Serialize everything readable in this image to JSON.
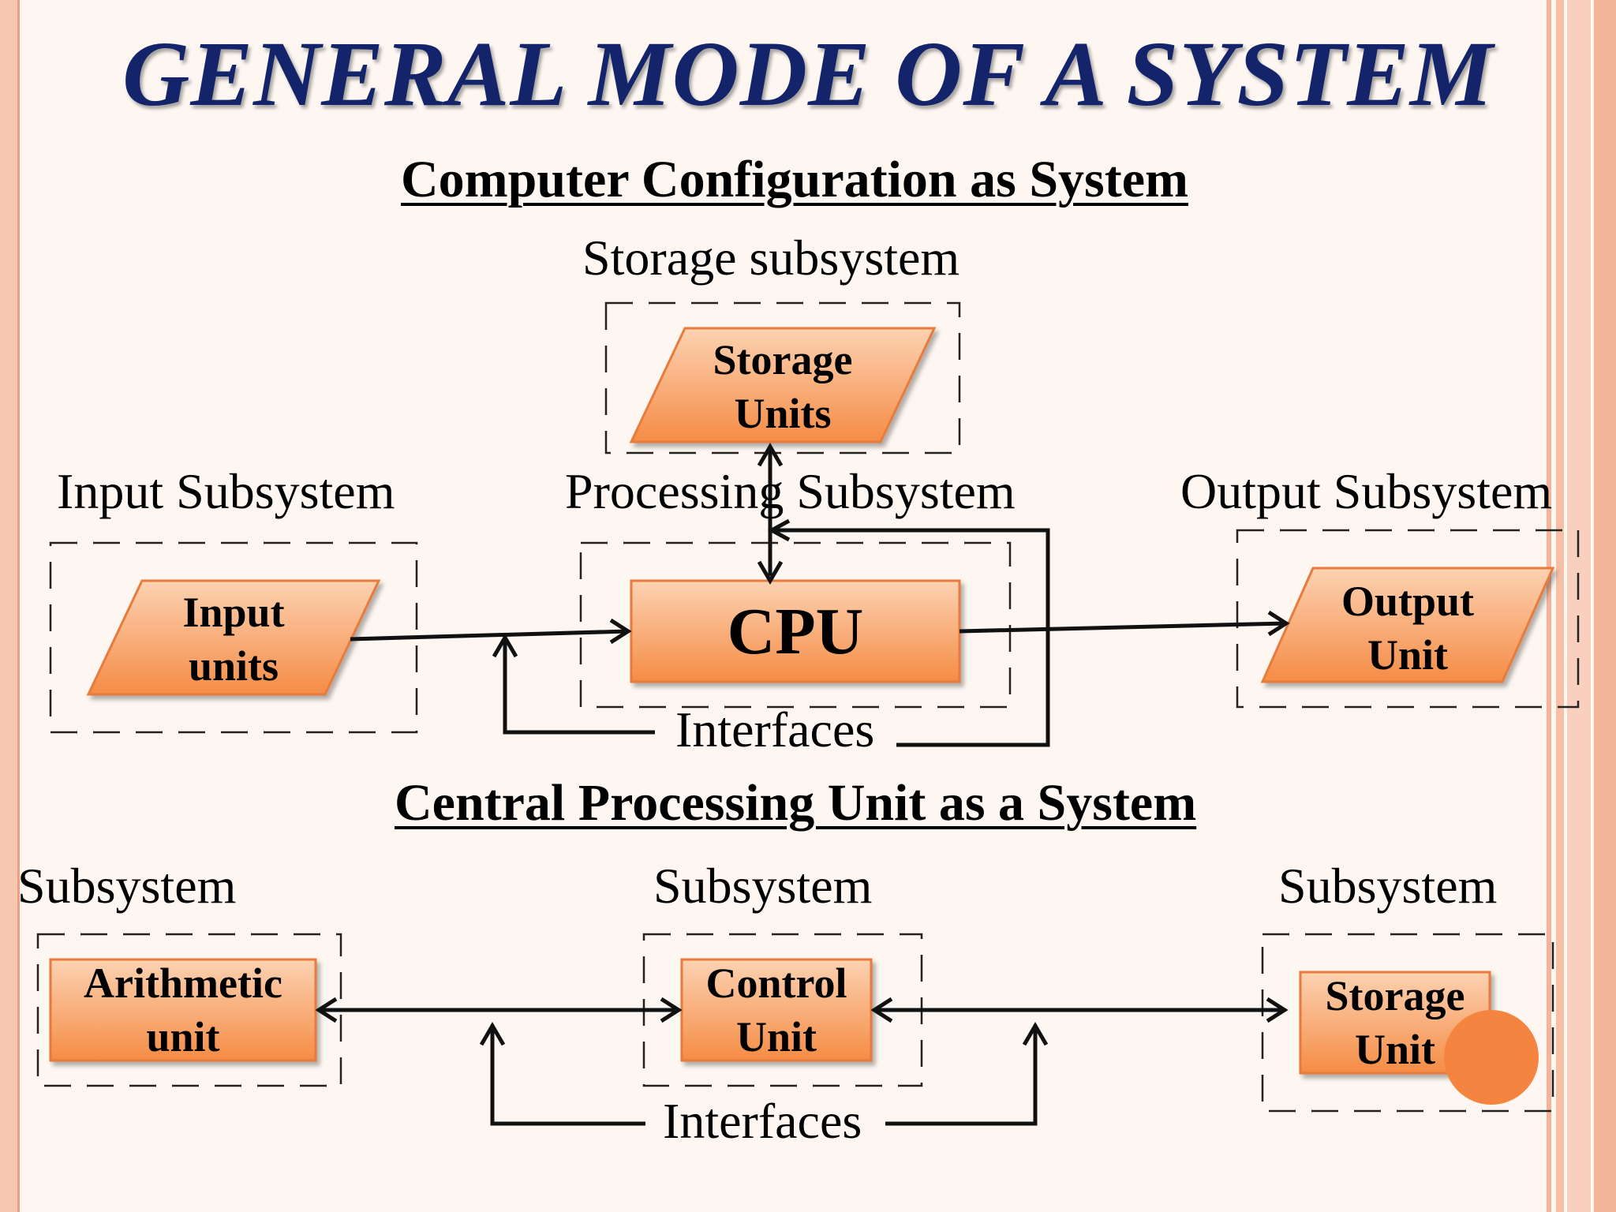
{
  "title": "GENERAL MODE OF A SYSTEM",
  "section1": {
    "heading": "Computer Configuration as System",
    "storage_label": "Storage subsystem",
    "input_label": "Input Subsystem",
    "processing_label": "Processing Subsystem",
    "output_label": "Output Subsystem",
    "storage_box": [
      "Storage",
      "Units"
    ],
    "input_box": [
      "Input",
      "units"
    ],
    "cpu_box": "CPU",
    "output_box": [
      "Output",
      "Unit"
    ],
    "interfaces": "Interfaces"
  },
  "section2": {
    "heading": "Central Processing Unit as a System",
    "left_label": "Subsystem",
    "middle_label": "Subsystem",
    "right_label": "Subsystem",
    "arith_box": [
      "Arithmetic",
      "unit"
    ],
    "control_box": [
      "Control",
      "Unit"
    ],
    "storage_box": [
      "Storage",
      "Unit"
    ],
    "interfaces": "Interfaces"
  },
  "colors": {
    "title": "#13246b",
    "box_fill_light": "#fcd2b2",
    "box_fill_dark": "#f58c45",
    "box_border": "#e87a3a",
    "decor_circle": "#f4843f",
    "stripe": "#f4b49a"
  }
}
